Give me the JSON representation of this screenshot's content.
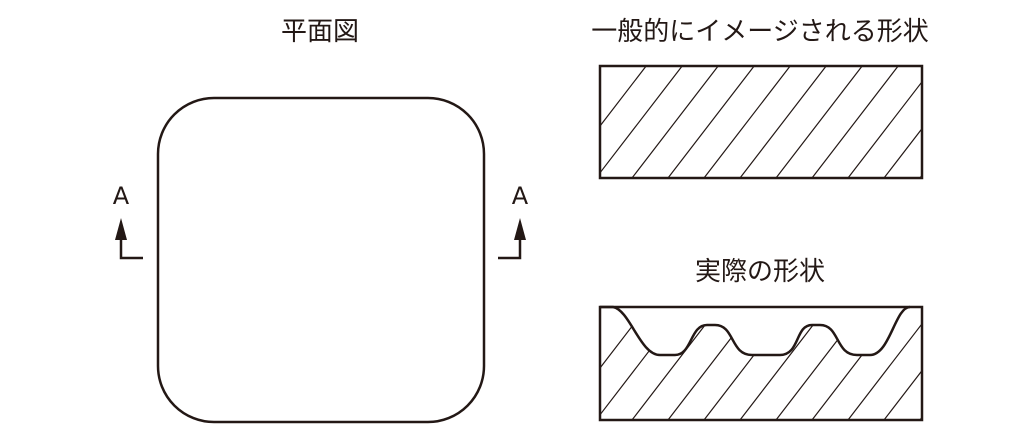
{
  "plan_view": {
    "title": "平面図",
    "section_marker_left": "A",
    "section_marker_right": "A"
  },
  "ideal_section": {
    "title": "一般的にイメージされる形状"
  },
  "actual_section": {
    "title": "実際の形状"
  },
  "colors": {
    "line": "#231815",
    "background": "#ffffff"
  }
}
